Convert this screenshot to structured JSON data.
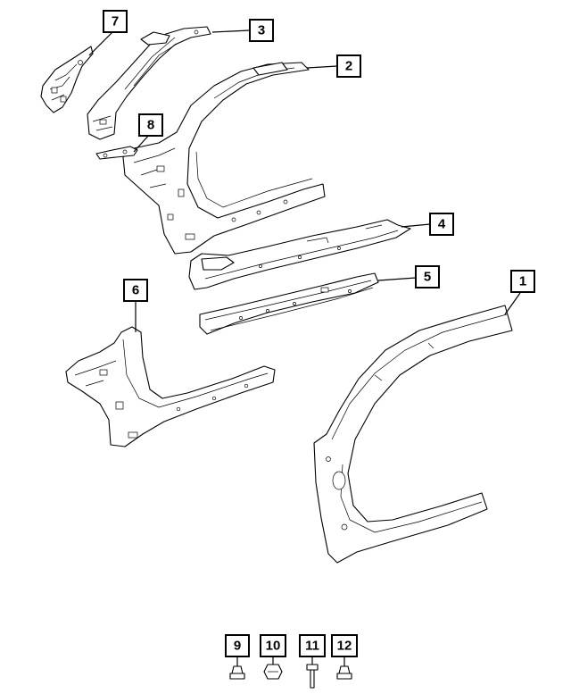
{
  "callouts": [
    {
      "id": "7",
      "label": "7"
    },
    {
      "id": "3",
      "label": "3"
    },
    {
      "id": "2",
      "label": "2"
    },
    {
      "id": "8",
      "label": "8"
    },
    {
      "id": "4",
      "label": "4"
    },
    {
      "id": "5",
      "label": "5"
    },
    {
      "id": "6",
      "label": "6"
    },
    {
      "id": "1",
      "label": "1"
    },
    {
      "id": "9",
      "label": "9"
    },
    {
      "id": "10",
      "label": "10"
    },
    {
      "id": "11",
      "label": "11"
    },
    {
      "id": "12",
      "label": "12"
    }
  ],
  "parts": {
    "7": "a-pillar-reinforcement-bracket",
    "3": "a-pillar-upper-reinforcement",
    "2": "body-side-aperture-inner-panel",
    "8": "small-bracket",
    "4": "sill-reinforcement",
    "5": "sill-inner-panel",
    "6": "a-pillar-lower-inner-panel",
    "1": "body-side-aperture-outer-panel",
    "9": "flange-nut",
    "10": "hex-nut",
    "11": "bolt",
    "12": "flange-nut-small"
  }
}
